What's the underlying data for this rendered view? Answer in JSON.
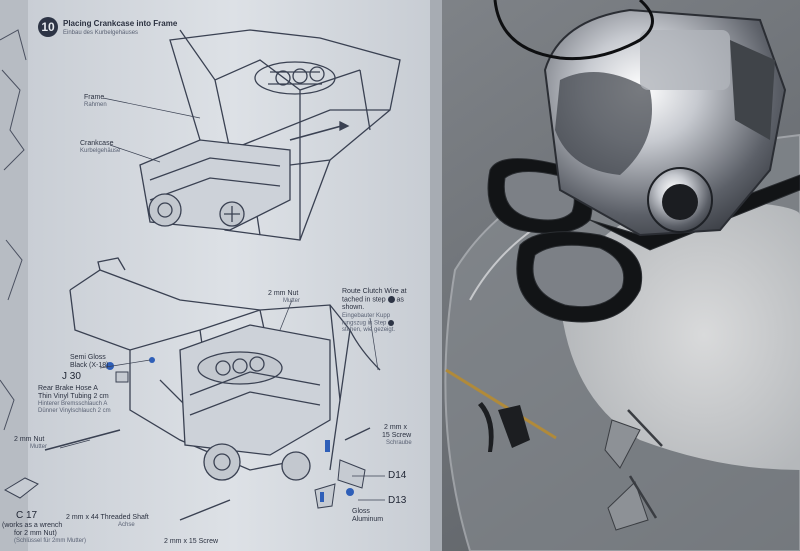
{
  "manual": {
    "step_number": "10",
    "title": "Placing Crankcase into Frame",
    "title_de": "Einbau des Kurbelgehäuses",
    "labels": {
      "frame": "Frame",
      "frame_de": "Rahmen",
      "crankcase": "Crankcase",
      "crankcase_de": "Kurbelgehäuse",
      "nut_top": "2 mm Nut",
      "nut_top_de": "Mutter",
      "clutch_1": "Route Clutch Wire at",
      "clutch_2": "tached in step",
      "clutch_3": "as",
      "clutch_4": "shown.",
      "clutch_de_1": "Eingebauter Kupp",
      "clutch_de_2": "lungszug in Step",
      "clutch_de_3": "stehen, wie gezeigt.",
      "semi_gloss_1": "Semi Gloss",
      "semi_gloss_2": "Black (X-18)",
      "j30": "J 30",
      "hose_1": "Rear Brake Hose A",
      "hose_2": "Thin Vinyl Tubing 2 cm",
      "hose_de_1": "Hinterer Bremsschlauch A",
      "hose_de_2": "Dünner Vinylschlauch 2 cm",
      "nut_left": "2 mm Nut",
      "nut_left_de": "Mutter",
      "c17": "C 17",
      "wrench_1": "(works as a wrench",
      "wrench_2": "for 2 mm Nut)",
      "wrench_de": "(Schlüssel für 2mm Mutter)",
      "shaft": "2 mm x 44 Threaded Shaft",
      "shaft_de": "Achse",
      "screw_bottom": "2 mm x 15 Screw",
      "screw_right_1": "2 mm x",
      "screw_right_2": "15 Screw",
      "screw_right_de": "Schraube",
      "d14": "D14",
      "d13": "D13",
      "gloss_1": "Gloss",
      "gloss_2": "Aluminum"
    }
  },
  "colors": {
    "paper": "#d9dde3",
    "ink": "#2b3140",
    "paint_marker": "#2f5fb8",
    "table": "#6b6f74",
    "chrome": "#c9ccd2"
  }
}
